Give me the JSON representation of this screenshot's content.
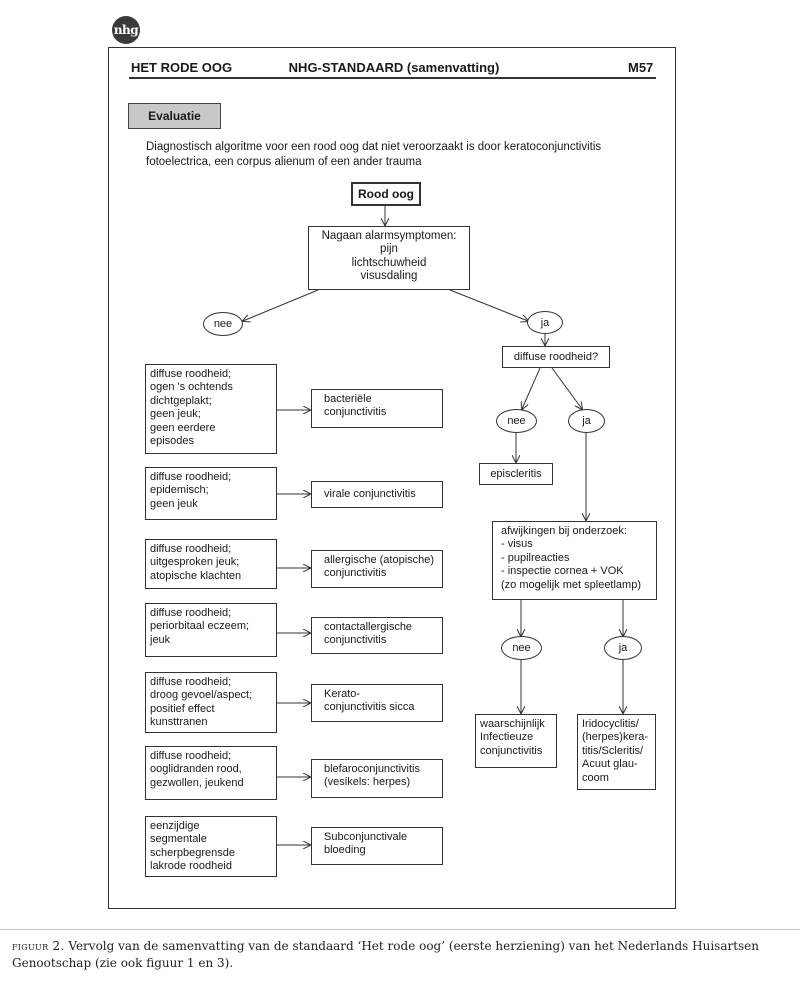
{
  "logo_text": "nhg",
  "header": {
    "left": "HET RODE OOG",
    "center": "NHG-STANDAARD (samenvatting)",
    "right": "M57"
  },
  "section_title": "Evaluatie",
  "intro": "Diagnostisch algoritme voor een rood oog dat niet veroorzaakt is door keratoconjunctivitis fotoelectrica, een corpus alienum of een ander trauma",
  "nodes": {
    "start": "Rood oog",
    "alarm": [
      "Nagaan alarmsymptomen:",
      "pijn",
      "lichtschuwheid",
      "visusdaling"
    ],
    "alarm_nee": "nee",
    "alarm_ja": "ja",
    "diffuse_q": "diffuse roodheid?",
    "diffuse_nee": "nee",
    "diffuse_ja": "ja",
    "episcleritis": "episcleritis",
    "afwijkingen": [
      "afwijkingen bij onderzoek:",
      "- visus",
      "- pupilreacties",
      "- inspectie cornea + VOK",
      "(zo mogelijk met spleetlamp)"
    ],
    "afw_nee": "nee",
    "afw_ja": "ja",
    "waarschijnlijk": [
      "waarschijnlijk",
      "Infectieuze",
      "conjunctivitis"
    ],
    "irido": [
      "Iridocyclitis/",
      "(herpes)kera-",
      "titis/Scleritis/",
      "Acuut glau-",
      "coom"
    ]
  },
  "left_rows": [
    {
      "symptoms": [
        "diffuse roodheid;",
        "ogen 's ochtends",
        "dichtgeplakt;",
        "geen jeuk;",
        "geen eerdere",
        "episodes"
      ],
      "diagnosis": [
        "bacteriële",
        "conjunctivitis"
      ]
    },
    {
      "symptoms": [
        "diffuse roodheid;",
        "epidemisch;",
        "geen jeuk"
      ],
      "diagnosis": [
        "virale conjunctivitis"
      ]
    },
    {
      "symptoms": [
        "diffuse roodheid;",
        "uitgesproken jeuk;",
        "atopische klachten"
      ],
      "diagnosis": [
        "allergische (atopische)",
        "conjunctivitis"
      ]
    },
    {
      "symptoms": [
        "diffuse roodheid;",
        "periorbitaal eczeem;",
        "jeuk"
      ],
      "diagnosis": [
        "contactallergische",
        "conjunctivitis"
      ]
    },
    {
      "symptoms": [
        "diffuse roodheid;",
        "droog gevoel/aspect;",
        "positief effect",
        "kunsttranen"
      ],
      "diagnosis": [
        "Kerato-",
        "conjunctivitis sicca"
      ]
    },
    {
      "symptoms": [
        "diffuse roodheid;",
        "ooglidranden rood,",
        "gezwollen, jeukend"
      ],
      "diagnosis": [
        "blefaroconjunctivitis",
        "(vesikels: herpes)"
      ]
    },
    {
      "symptoms": [
        "eenzijdige",
        "segmentale",
        "scherpbegrensde",
        "lakrode roodheid"
      ],
      "diagnosis": [
        "Subconjunctivale",
        "bloeding"
      ]
    }
  ],
  "caption": {
    "label": "figuur 2.",
    "text": " Vervolg van de samenvatting van de standaard ‘Het rode oog’ (eerste herziening) van het Nederlands Huisartsen Genootschap (zie ook figuur 1 en 3)."
  }
}
